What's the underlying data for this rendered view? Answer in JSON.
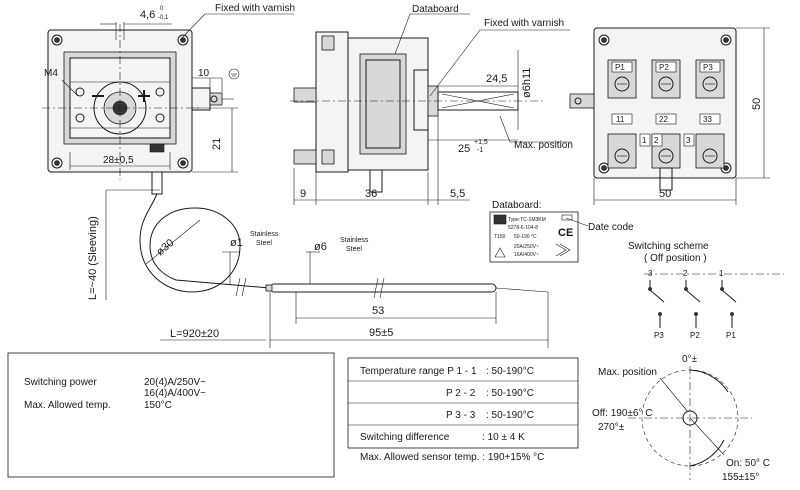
{
  "labels": {
    "dim_46": "4,6",
    "dim_46_tol_up": "0",
    "dim_46_tol_dn": "-0,1",
    "fixed_varnish_1": "Fixed with varnish",
    "fixed_varnish_2": "Fixed with varnish",
    "databoard": "Databoard",
    "m4": "M4",
    "dim_10": "10",
    "dim_21": "21",
    "dim_28": "28±0,5",
    "dim_245": "24,5",
    "dim_6h11": "ø6h11",
    "dim_25": "25",
    "dim_25_tol_up": "+1,5",
    "dim_25_tol_dn": "-1",
    "max_position_1": "Max. position",
    "dim_9": "9",
    "dim_36": "36",
    "dim_55": "5,5",
    "dim_50_h": "50",
    "dim_50_v": "50",
    "terminal_p1": "P1",
    "terminal_p2": "P2",
    "terminal_p3": "P3",
    "terminal_11": "11",
    "terminal_22": "22",
    "terminal_33": "33",
    "terminal_1": "1",
    "terminal_2": "2",
    "terminal_3": "3",
    "databoard_caption": "Databoard:",
    "date_code": "Date code",
    "plate_type": "Type:TC-1M3KM",
    "plate_code": "5278-6-104-8",
    "plate_t": "T150",
    "plate_range": "50-190 °C",
    "plate_rating1": "20A/250V~",
    "plate_rating2": "16A/400V~",
    "plate_ce": "CE",
    "sleeving": "L=~40 (Sleeving)",
    "dim_d30": "ø30",
    "dim_d1": "ø1",
    "stainless_1a": "Stainless",
    "stainless_1b": "Steel",
    "dim_d6": "ø6",
    "stainless_2a": "Stainless",
    "stainless_2b": "Steel",
    "dim_53": "53",
    "dim_95": "95±5",
    "dim_l920": "L=920±20",
    "switching_scheme": "Switching scheme",
    "off_position": "( Off position )",
    "scheme_3": "3",
    "scheme_2": "2",
    "scheme_1": "1",
    "scheme_p3": "P3",
    "scheme_p2": "P2",
    "scheme_p1": "P1",
    "max_position_2": "Max. position",
    "angle_0": "0°±",
    "angle_270": "270°±",
    "off_190": "Off: 190±6° C",
    "on_50": "On: 50° C",
    "angle_155": "155±15°"
  },
  "spec_left": {
    "rows": [
      {
        "label": "Switching power",
        "value1": "20(4)A/250V~",
        "value2": "16(4)A/400V~"
      },
      {
        "label": "Max. Allowed temp.",
        "value1": "150°C",
        "value2": ""
      }
    ]
  },
  "spec_right": {
    "rows": [
      {
        "label": "Temperature range P 1 - 1",
        "value": ": 50-190°C"
      },
      {
        "label": "P 2 - 2",
        "value": ": 50-190°C"
      },
      {
        "label": "P 3 - 3",
        "value": ": 50-190°C"
      },
      {
        "label": "Switching difference",
        "value": ": 10 ± 4 K"
      }
    ],
    "footer": "Max. Allowed sensor temp. : 190+15% °C"
  }
}
